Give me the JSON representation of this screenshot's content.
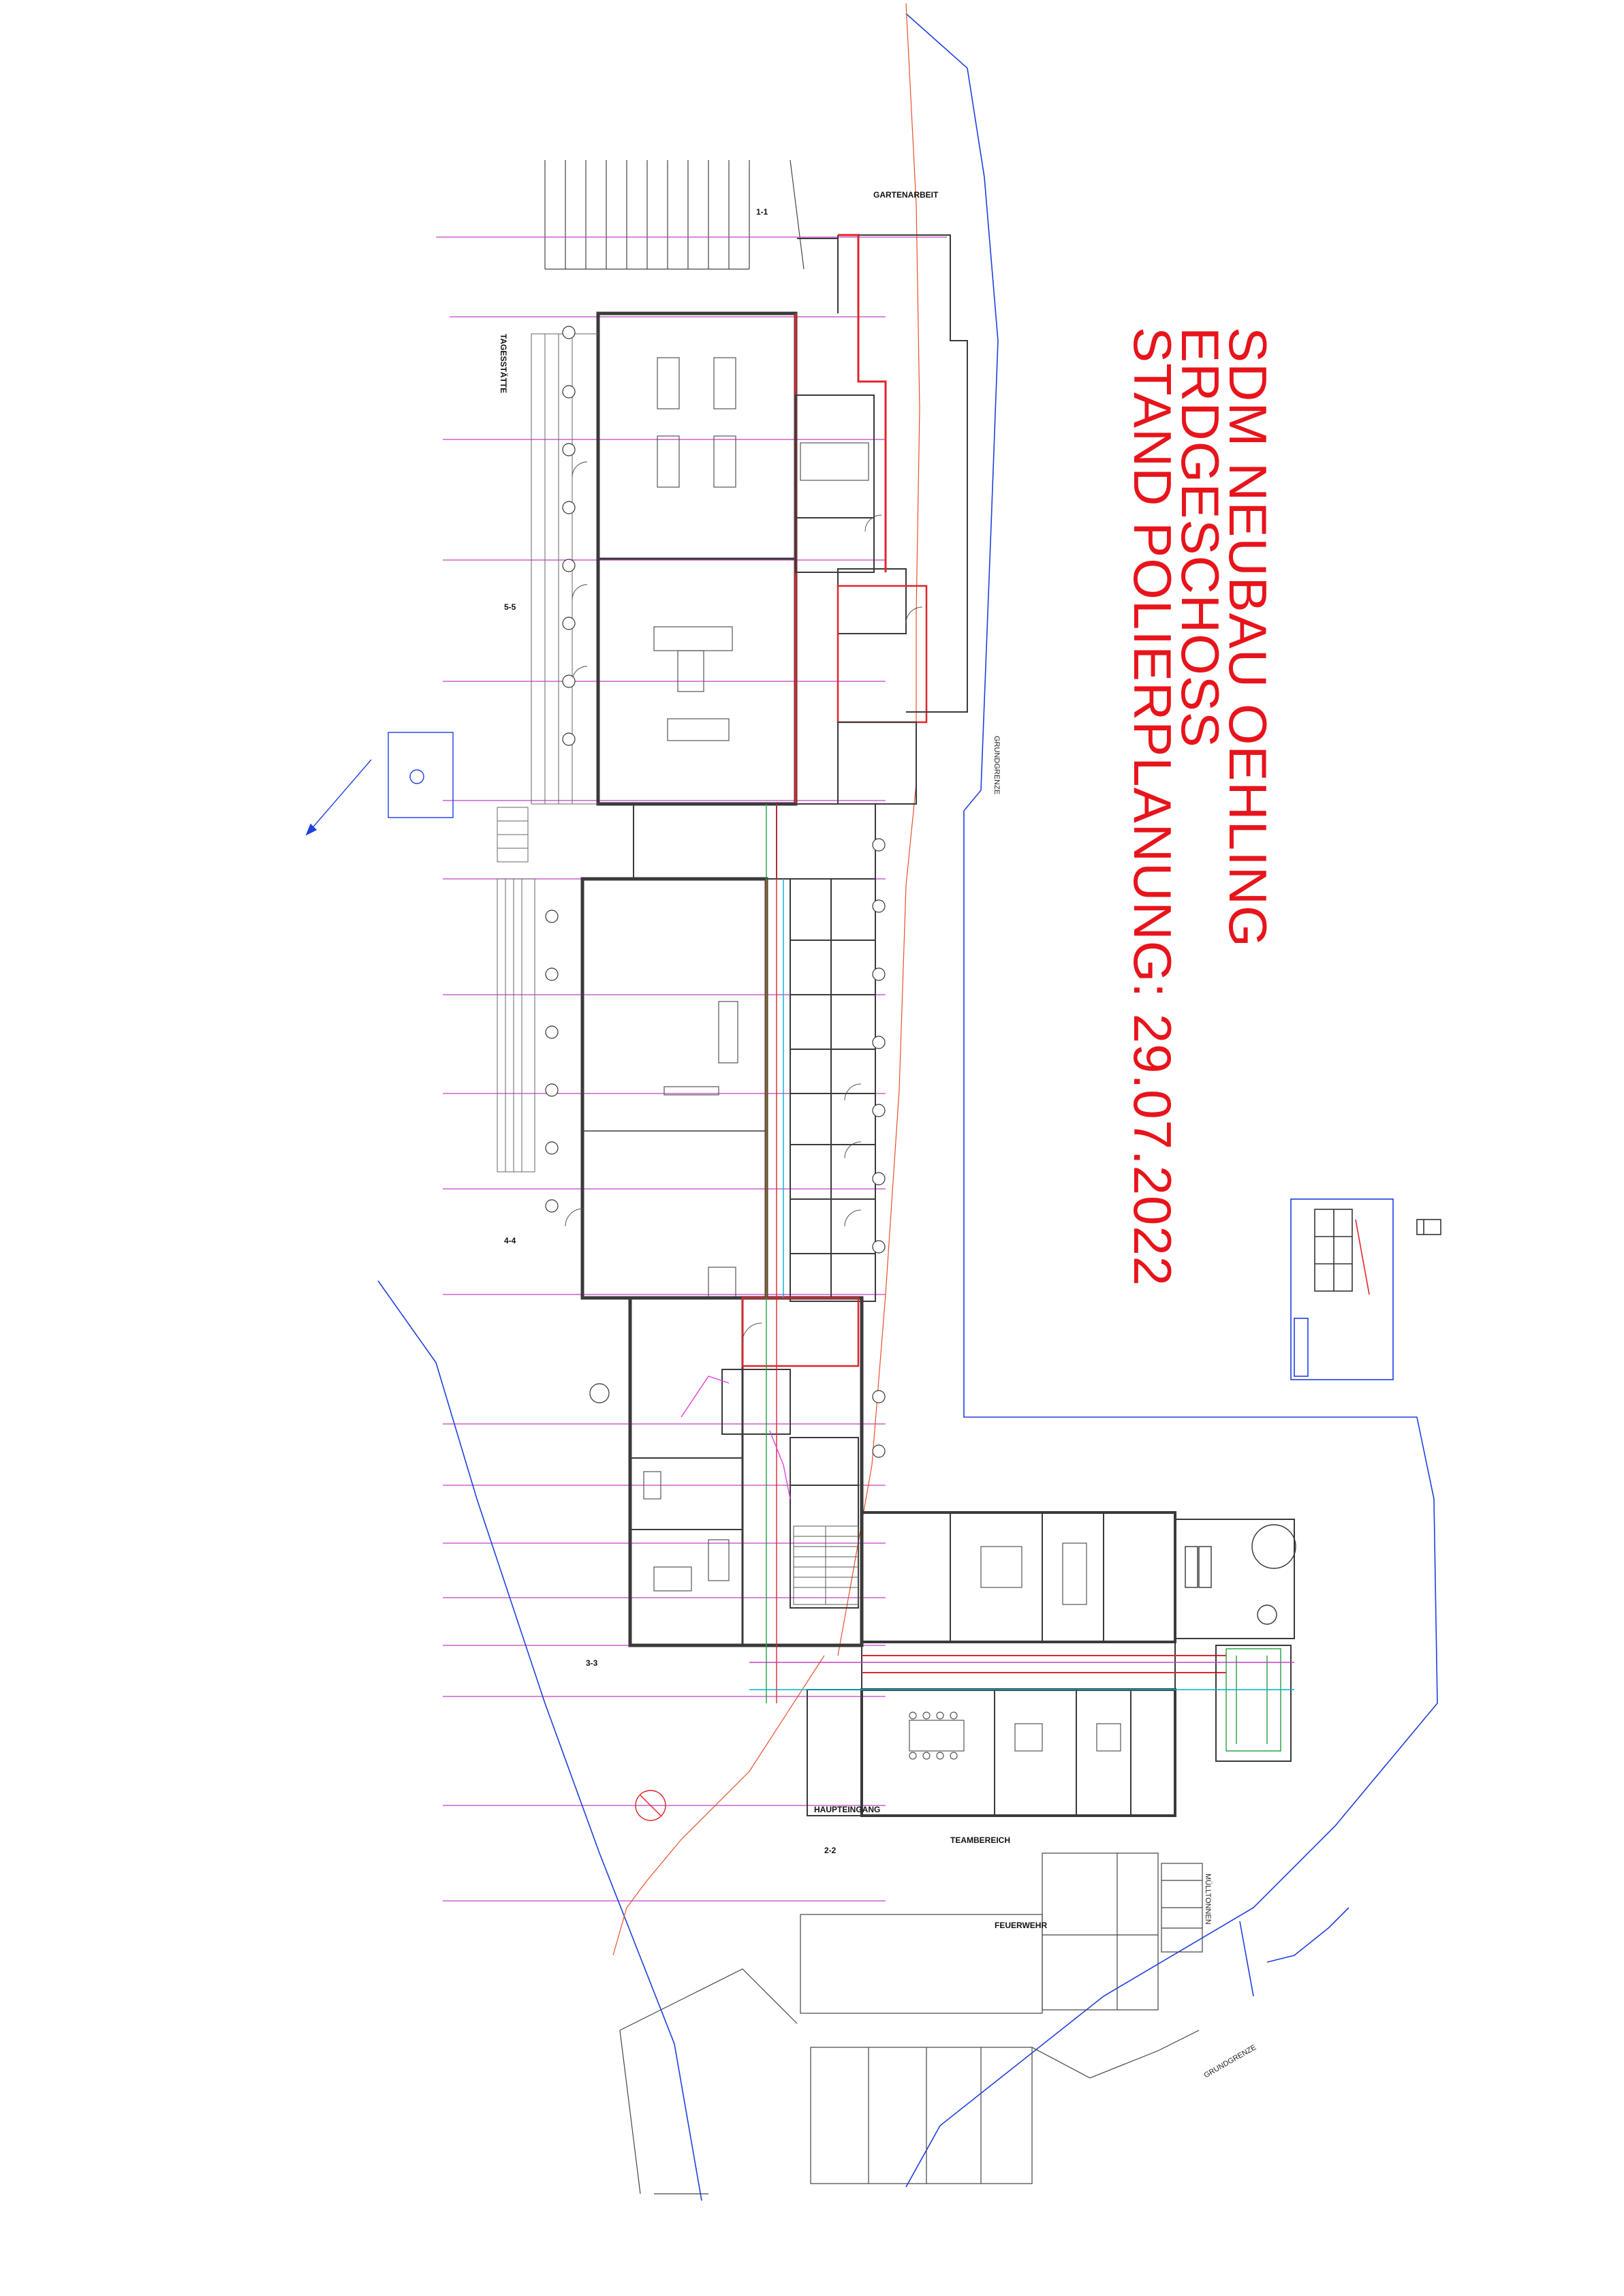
{
  "title_block": {
    "line1": "SDM NEUBAU OEHLING",
    "line2": "ERDGESCHOSS",
    "line3": "STAND POLIERPLANUNG: 29.07.2022",
    "color": "#e8141b"
  },
  "labels": {
    "tagesstaette": "TAGESSTÄTTE",
    "gartenabeit": "GARTENARBEIT",
    "haupteingang": "HAUPTEINGANG",
    "teambereich": "TEAMBEREICH",
    "feuerwehr": "FEUERWEHR",
    "muelltonnen": "MÜLLTONNEN",
    "grundgrenze_1": "GRUNDGRENZE",
    "grundgrenze_2": "GRUNDGRENZE",
    "section_4_4": "4-4",
    "section_5_5": "5-5",
    "section_3_3": "3-3",
    "section_2_2": "2-2",
    "section_1_1": "1-1"
  },
  "colors": {
    "wall": "#3a3a3a",
    "wall_cut": "#e0252b",
    "grid_line": "#c040c0",
    "site_boundary": "#1f3fe0",
    "pipe_green": "#20a040",
    "pipe_cyan": "#00b0d0",
    "axis_red": "#e8502b",
    "furniture": "#555555"
  }
}
